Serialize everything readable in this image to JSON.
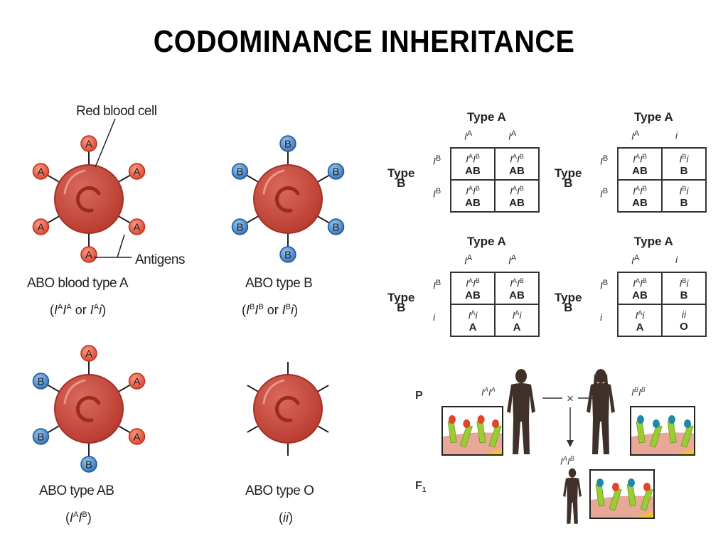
{
  "title": "CODOMINANCE INHERITANCE",
  "colors": {
    "cell": "#c0493e",
    "cell_dark": "#a33025",
    "antigen_a": "#e8604c",
    "antigen_b": "#3b82c4",
    "text": "#222222"
  },
  "blood_cells": [
    {
      "id": "type-a",
      "callout_cell": "Red blood cell",
      "callout_antigens": "Antigens",
      "label": "ABO blood type A",
      "genotype": {
        "pre": "(",
        "parts": [
          [
            "I",
            "A"
          ],
          [
            "I",
            "A"
          ]
        ],
        "or": " or ",
        "parts2": [
          [
            "I",
            "A"
          ],
          [
            "i",
            ""
          ]
        ],
        "post": ")"
      },
      "antigens": [
        "A",
        "A",
        "A",
        "A",
        "A",
        "A"
      ]
    },
    {
      "id": "type-b",
      "label": "ABO type B",
      "genotype": {
        "pre": "(",
        "parts": [
          [
            "I",
            "B"
          ],
          [
            "I",
            "B"
          ]
        ],
        "or": " or ",
        "parts2": [
          [
            "I",
            "B"
          ],
          [
            "i",
            ""
          ]
        ],
        "post": ")"
      },
      "antigens": [
        "B",
        "B",
        "B",
        "B",
        "B",
        "B"
      ]
    },
    {
      "id": "type-ab",
      "label": "ABO type AB",
      "genotype": {
        "pre": "(",
        "parts": [
          [
            "I",
            "A"
          ],
          [
            "I",
            "B"
          ]
        ],
        "post": ")"
      },
      "antigens": [
        "A",
        "B",
        "A",
        "B",
        "A",
        "B"
      ]
    },
    {
      "id": "type-o",
      "label": "ABO type O",
      "genotype": {
        "pre": "(",
        "parts": [
          [
            "i",
            ""
          ],
          [
            "i",
            ""
          ]
        ],
        "post": ")"
      },
      "antigens": []
    }
  ],
  "punnett_squares": [
    {
      "col_title": "Type A",
      "row_title_1": "Type",
      "row_title_2": "B",
      "col_alleles": [
        [
          "I",
          "A"
        ],
        [
          "I",
          "A"
        ]
      ],
      "row_alleles": [
        [
          "I",
          "B"
        ],
        [
          "I",
          "B"
        ]
      ],
      "cells": [
        [
          {
            "g": [
              [
                "I",
                "A"
              ],
              [
                "I",
                "B"
              ]
            ],
            "p": "AB"
          },
          {
            "g": [
              [
                "I",
                "A"
              ],
              [
                "I",
                "B"
              ]
            ],
            "p": "AB"
          }
        ],
        [
          {
            "g": [
              [
                "I",
                "A"
              ],
              [
                "I",
                "B"
              ]
            ],
            "p": "AB"
          },
          {
            "g": [
              [
                "I",
                "A"
              ],
              [
                "I",
                "B"
              ]
            ],
            "p": "AB"
          }
        ]
      ]
    },
    {
      "col_title": "Type A",
      "row_title_1": "Type",
      "row_title_2": "B",
      "col_alleles": [
        [
          "I",
          "A"
        ],
        [
          "i",
          ""
        ]
      ],
      "row_alleles": [
        [
          "I",
          "B"
        ],
        [
          "I",
          "B"
        ]
      ],
      "cells": [
        [
          {
            "g": [
              [
                "I",
                "A"
              ],
              [
                "I",
                "B"
              ]
            ],
            "p": "AB"
          },
          {
            "g": [
              [
                "I",
                "B"
              ],
              [
                "i",
                ""
              ]
            ],
            "p": "B"
          }
        ],
        [
          {
            "g": [
              [
                "I",
                "A"
              ],
              [
                "I",
                "B"
              ]
            ],
            "p": "AB"
          },
          {
            "g": [
              [
                "I",
                "B"
              ],
              [
                "i",
                ""
              ]
            ],
            "p": "B"
          }
        ]
      ]
    },
    {
      "col_title": "Type A",
      "row_title_1": "Type",
      "row_title_2": "B",
      "col_alleles": [
        [
          "I",
          "A"
        ],
        [
          "I",
          "A"
        ]
      ],
      "row_alleles": [
        [
          "I",
          "B"
        ],
        [
          "i",
          ""
        ]
      ],
      "cells": [
        [
          {
            "g": [
              [
                "I",
                "A"
              ],
              [
                "I",
                "B"
              ]
            ],
            "p": "AB"
          },
          {
            "g": [
              [
                "I",
                "A"
              ],
              [
                "I",
                "B"
              ]
            ],
            "p": "AB"
          }
        ],
        [
          {
            "g": [
              [
                "I",
                "A"
              ],
              [
                "i",
                ""
              ]
            ],
            "p": "A"
          },
          {
            "g": [
              [
                "I",
                "A"
              ],
              [
                "i",
                ""
              ]
            ],
            "p": "A"
          }
        ]
      ]
    },
    {
      "col_title": "Type A",
      "row_title_1": "Type",
      "row_title_2": "B",
      "col_alleles": [
        [
          "I",
          "A"
        ],
        [
          "i",
          ""
        ]
      ],
      "row_alleles": [
        [
          "I",
          "B"
        ],
        [
          "i",
          ""
        ]
      ],
      "cells": [
        [
          {
            "g": [
              [
                "I",
                "A"
              ],
              [
                "I",
                "B"
              ]
            ],
            "p": "AB"
          },
          {
            "g": [
              [
                "I",
                "B"
              ],
              [
                "i",
                ""
              ]
            ],
            "p": "B"
          }
        ],
        [
          {
            "g": [
              [
                "I",
                "A"
              ],
              [
                "i",
                ""
              ]
            ],
            "p": "A"
          },
          {
            "g": [
              [
                "i",
                ""
              ],
              [
                "i",
                ""
              ]
            ],
            "p": "O"
          }
        ]
      ]
    }
  ],
  "cross": {
    "generation_p": "P",
    "generation_f": "F",
    "generation_f_sub": "1",
    "cross_symbol": "×",
    "parent1_genotype": [
      [
        "I",
        "A"
      ],
      [
        "I",
        "A"
      ]
    ],
    "parent2_genotype": [
      [
        "I",
        "B"
      ],
      [
        "I",
        "B"
      ]
    ],
    "child_genotype": [
      [
        "I",
        "A"
      ],
      [
        "I",
        "B"
      ]
    ],
    "parent1_antigen_colors": [
      "#e0452a",
      "#e0452a",
      "#e0452a",
      "#e0452a"
    ],
    "parent2_antigen_colors": [
      "#1f8aa8",
      "#1f8aa8",
      "#1f8aa8",
      "#1f8aa8"
    ],
    "child_antigen_colors": [
      "#1f8aa8",
      "#e0452a",
      "#1f8aa8",
      "#e0452a"
    ]
  }
}
